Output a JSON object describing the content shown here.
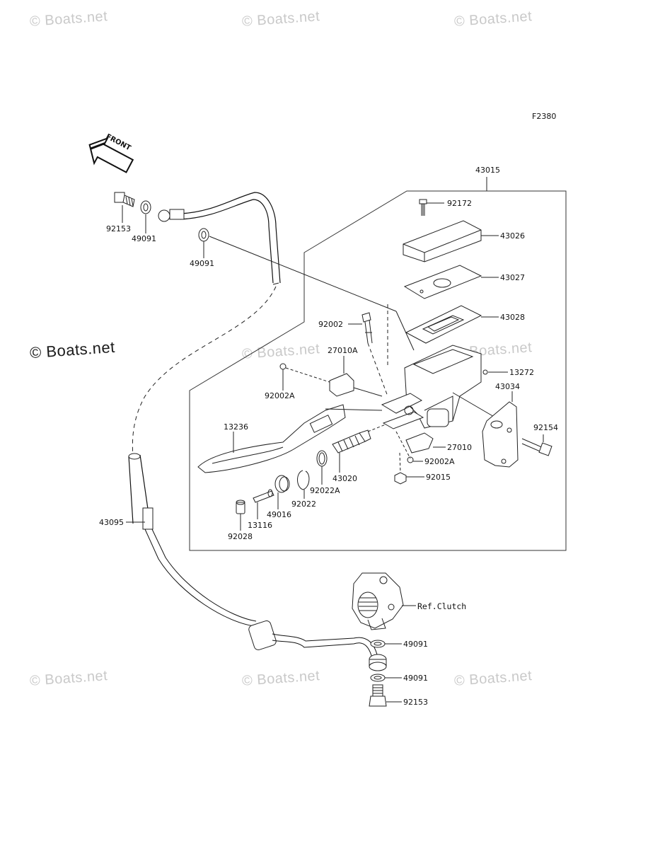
{
  "figure_code": "F2380",
  "front_arrow_label": "FRONT",
  "watermark": "© Boats.net",
  "part_labels": {
    "p43015": "43015",
    "p92172": "92172",
    "p43026": "43026",
    "p43027": "43027",
    "p43028": "43028",
    "p92002": "92002",
    "p27010A": "27010A",
    "p13272": "13272",
    "p43034": "43034",
    "p92002A_top": "92002A",
    "p92154": "92154",
    "p13236": "13236",
    "p27010": "27010",
    "p92002A_bot": "92002A",
    "p43020": "43020",
    "p92015": "92015",
    "p92022A": "92022A",
    "p92022": "92022",
    "p49016": "49016",
    "p13116": "13116",
    "p92028": "92028",
    "p92153_top": "92153",
    "p49091_a": "49091",
    "p49091_b": "49091",
    "p43095": "43095",
    "ref_clutch": "Ref.Clutch",
    "p49091_c": "49091",
    "p49091_d": "49091",
    "p92153_bot": "92153"
  }
}
